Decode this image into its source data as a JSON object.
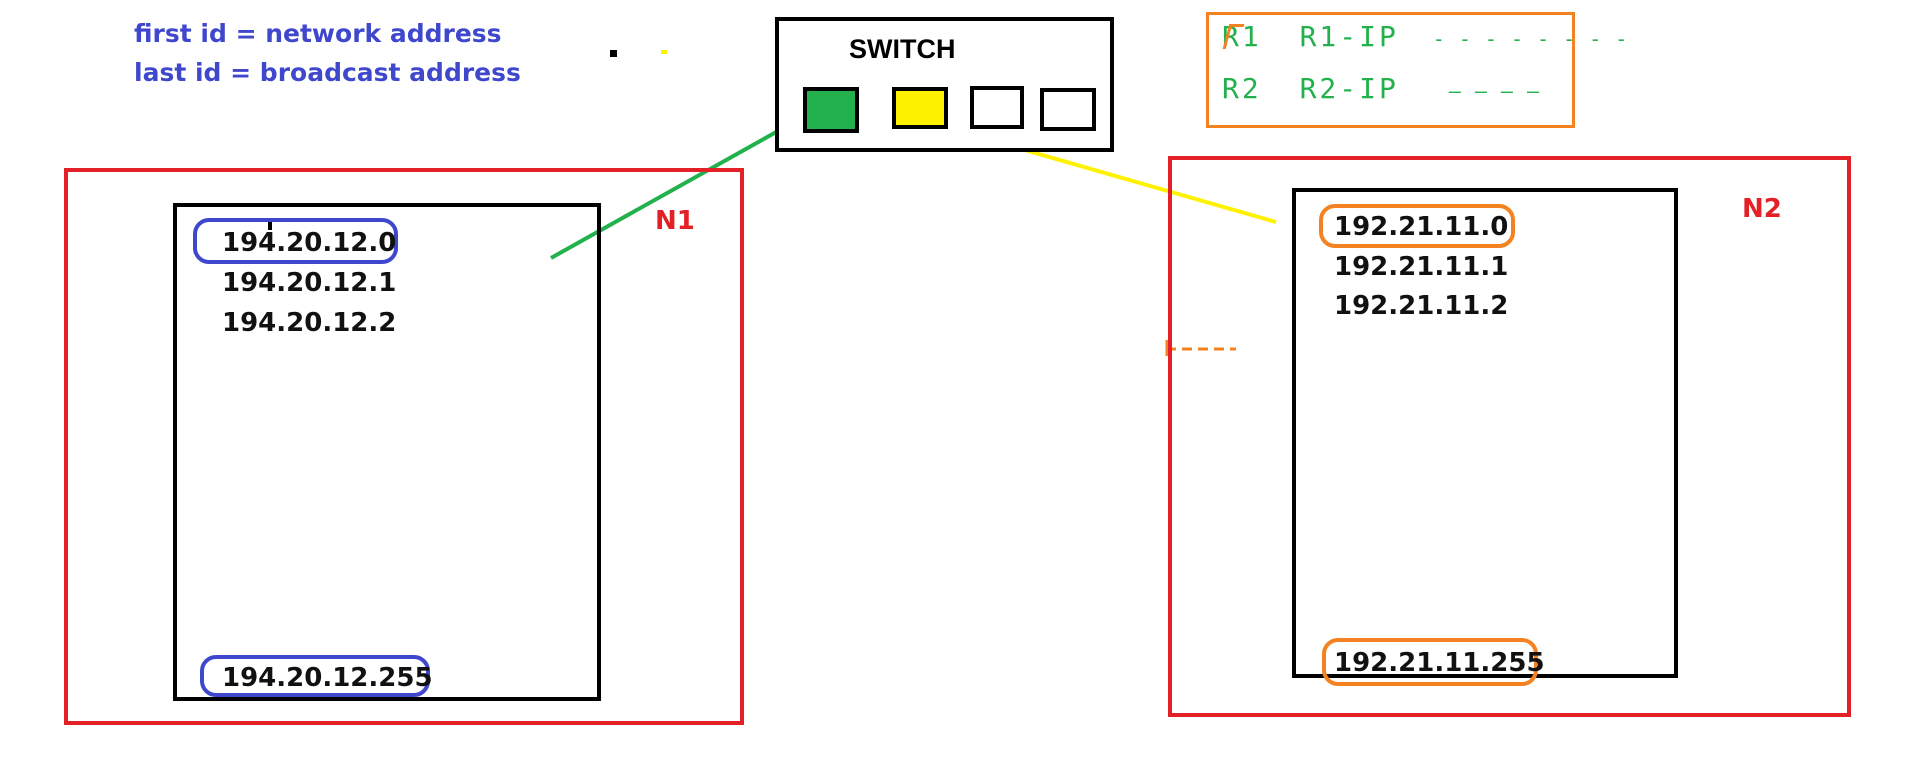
{
  "notes": {
    "line1": "first id = network address",
    "line2": "last id = broadcast address",
    "color": "#3f48cc"
  },
  "switch": {
    "title": "SWITCH",
    "ports": [
      {
        "state": "connected-n1",
        "color": "#22b14c"
      },
      {
        "state": "connected-n2",
        "color": "#fff200"
      },
      {
        "state": "empty",
        "color": "#ffffff"
      },
      {
        "state": "empty",
        "color": "#ffffff"
      }
    ]
  },
  "legend": {
    "rows": [
      {
        "router": "R1",
        "ip": "R1-IP",
        "dashes": "- - - - - - - -"
      },
      {
        "router": "R2",
        "ip": "R2-IP",
        "dashes": "— — — —"
      }
    ],
    "border_color": "#f58220",
    "text_color": "#22b14c"
  },
  "n1": {
    "label": "N1",
    "first_ip": "194.20.12.0",
    "ips": [
      "194.20.12.1",
      "194.20.12.2"
    ],
    "last_ip": "194.20.12.255",
    "highlight_color": "#3f48cc",
    "link_color": "#22b14c"
  },
  "n2": {
    "label": "N2",
    "first_ip": "192.21.11.0",
    "ips": [
      "192.21.11.1",
      "192.21.11.2"
    ],
    "last_ip": "192.21.11.255",
    "highlight_color": "#f58220",
    "link_color": "#fff200"
  },
  "colors": {
    "network_border": "#e32026",
    "label": "#e32026"
  }
}
